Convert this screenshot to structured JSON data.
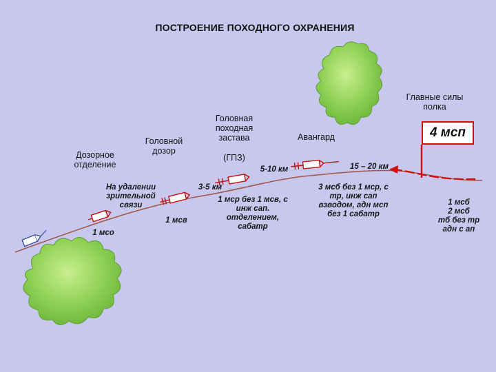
{
  "title": "ПОСТРОЕНИЕ ПОХОДНОГО ОХРАНЕНИЯ",
  "labels": {
    "patrol_squad": "Дозорное\nотделение",
    "head_patrol": "Головной\nдозор",
    "head_march_outpost": "Головная\nпоходная\nзастава",
    "gpz_abbr": "(ГПЗ)",
    "vanguard": "Авангард",
    "main_forces": "Главные силы\nполка",
    "flag_unit": "4 мсп"
  },
  "distances": {
    "visual_contact": "На удалении\nзрительной\nсвязи",
    "d_3_5": "3-5 км",
    "d_5_10": "5-10 км",
    "d_15_20": "15 – 20 км"
  },
  "compositions": {
    "squad_1": "1 мсо",
    "platoon_1": "1 мсв",
    "gpz": "1 мср без 1 мсв, с\nинж сап.\nотделением,\nсабатр",
    "vanguard": "3 мсб без 1 мср, с\nтр, инж сап\nвзводом, адн мсп\nбез 1 сабатр",
    "main": "1 мсб\n2 мсб\nтб без тр\nадн  с ап"
  },
  "colors": {
    "background": "#c8c8ee",
    "road": "#a0584a",
    "flag": "#d01010",
    "forest": "#8ccf52",
    "unit_outline": "#c01010"
  },
  "icons": [
    "forest-icon",
    "patrol-vehicle-icon",
    "unit-column-icon",
    "flag-icon"
  ]
}
